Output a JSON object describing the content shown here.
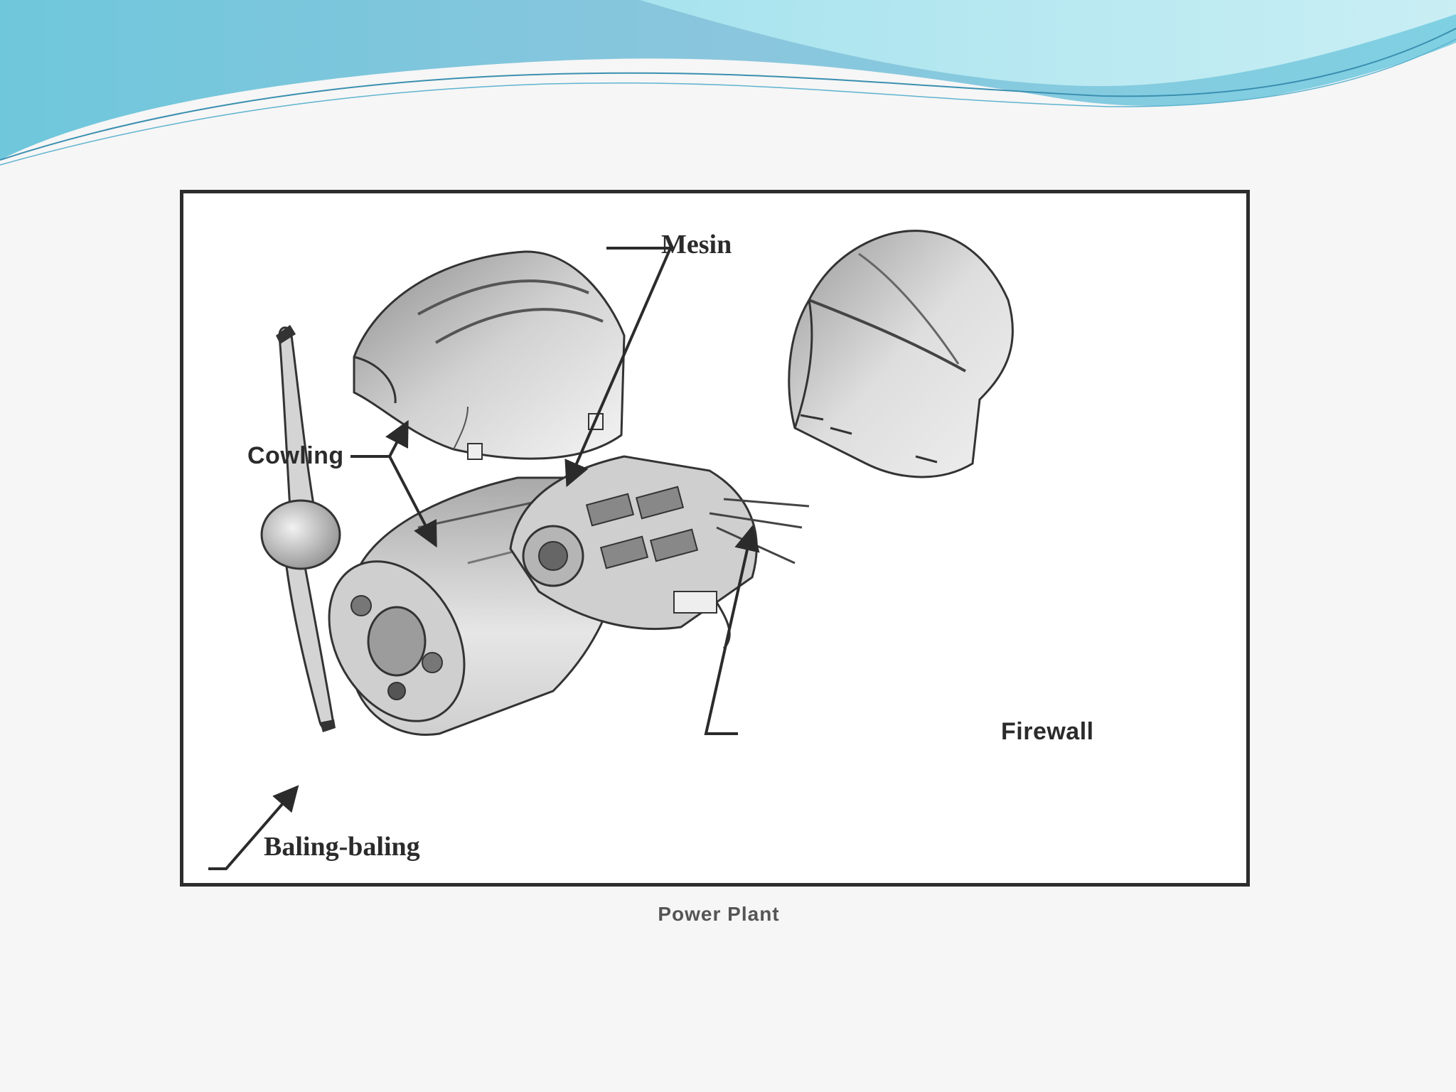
{
  "colors": {
    "wave_dark": "#7fc3dc",
    "wave_light": "#b6e6f0",
    "frame": "#2d2d2d",
    "label": "#2b2b2b"
  },
  "diagram": {
    "labels": {
      "engine": "Mesin",
      "cowling": "Cowling",
      "firewall": "Firewall",
      "propeller": "Baling-baling"
    }
  },
  "caption": "Power Plant"
}
